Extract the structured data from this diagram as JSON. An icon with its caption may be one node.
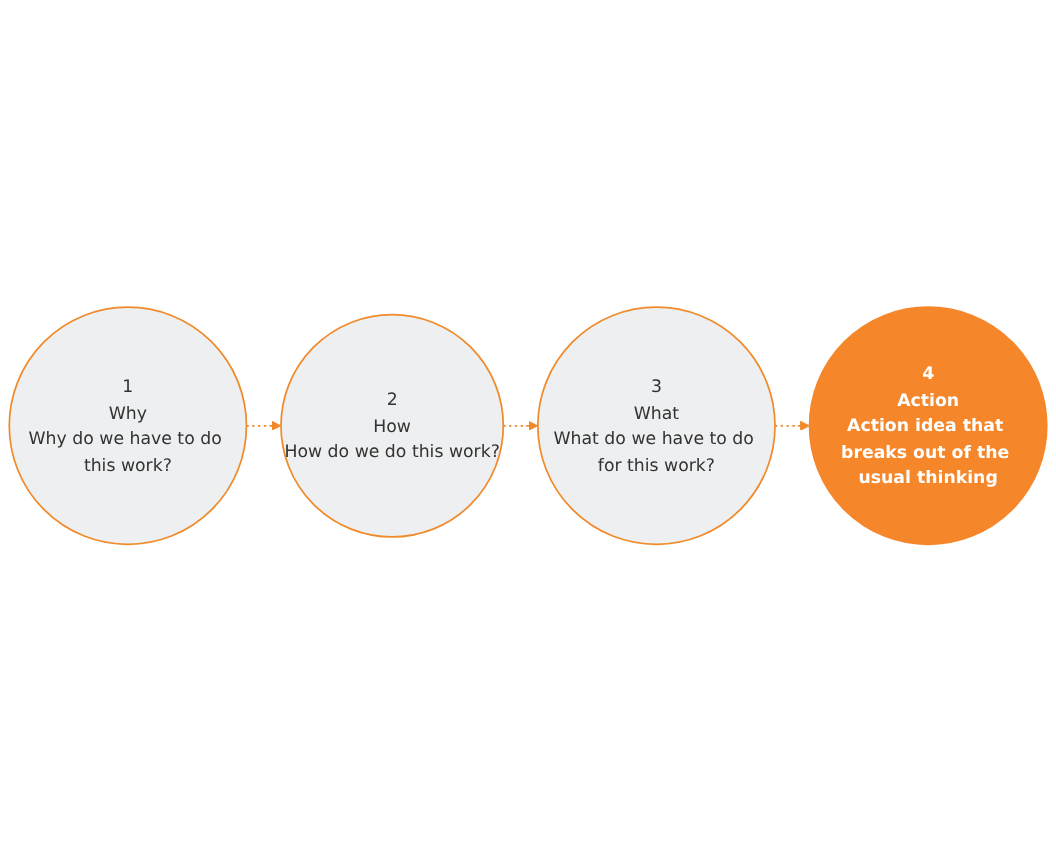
{
  "diagram": {
    "nodes": [
      {
        "text": [
          "1",
          "Why",
          "Why do we have to do this work?"
        ]
      },
      {
        "text": [
          "2",
          "How",
          "How do we do this work?"
        ]
      },
      {
        "text": [
          "3",
          "What",
          "What do we have to do for this work?"
        ]
      },
      {
        "text": [
          "4",
          "Action",
          "Action idea that breaks out of the usual thinking"
        ]
      }
    ],
    "edges": [
      {
        "from": 0,
        "to": 1,
        "arrow": "to",
        "style": "dashed"
      },
      {
        "from": 1,
        "to": 2,
        "arrow": "to",
        "style": "dashed"
      },
      {
        "from": 2,
        "to": 3,
        "arrow": "to",
        "style": "dashed"
      }
    ]
  }
}
